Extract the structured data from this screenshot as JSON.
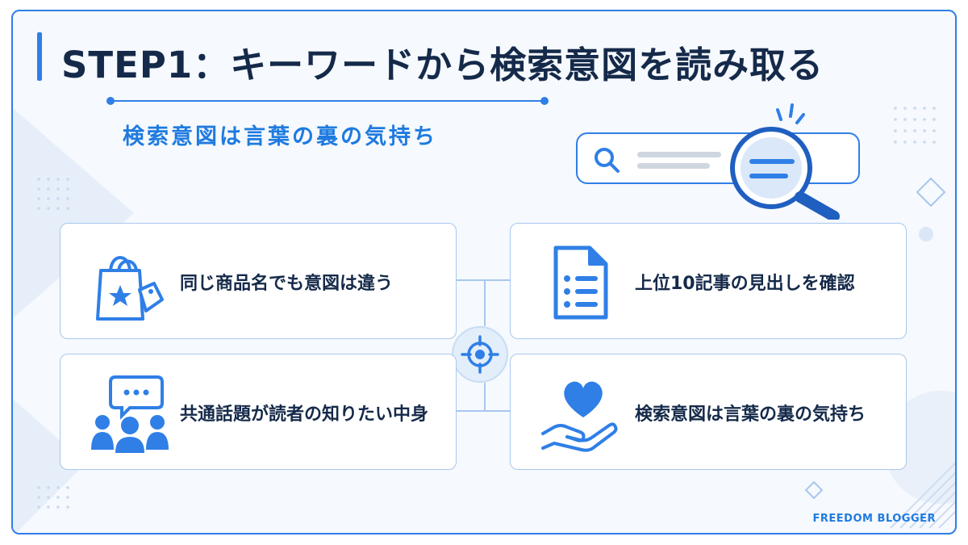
{
  "header": {
    "title": "STEP1：キーワードから検索意図を読み取る",
    "subtitle": "検索意図は言葉の裏の気持ち"
  },
  "cards": [
    {
      "label": "同じ商品名でも意図は違う",
      "icon": "shopping-bag-icon"
    },
    {
      "label": "上位10記事の見出しを確認",
      "icon": "document-list-icon"
    },
    {
      "label": "共通話題が読者の知りたい中身",
      "icon": "people-chat-icon"
    },
    {
      "label": "検索意図は言葉の裏の気持ち",
      "icon": "heart-hand-icon"
    }
  ],
  "center_icon": "target-icon",
  "illustration": "search-magnifier-icon",
  "footer": {
    "brand": "FREEDOM BLOGGER"
  },
  "colors": {
    "accent": "#2f7fe6",
    "text": "#152a4a",
    "subtitle": "#1f7be0",
    "card_border": "#a8c7ee"
  }
}
